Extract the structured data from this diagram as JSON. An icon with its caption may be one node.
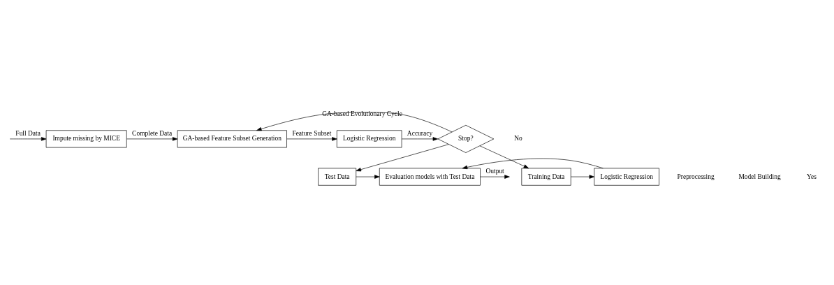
{
  "diagram": {
    "nodes": [
      {
        "text": [
          "Impute missing by MICE"
        ]
      },
      {
        "text": [
          "GA-based Feature Subset Generation"
        ]
      },
      {
        "text": [
          "Logistic Regression"
        ]
      },
      {
        "text": [
          "Stop?"
        ]
      },
      {
        "text": [
          "Test Data"
        ]
      },
      {
        "text": [
          "Evaluation models with Test Data"
        ]
      },
      {
        "text": [
          "Logistic Regression"
        ]
      },
      {
        "text": [
          "Training Data"
        ]
      }
    ],
    "edges": [
      {
        "from": null,
        "to": 0,
        "arrow": "to",
        "label": "Full Data"
      },
      {
        "from": 0,
        "to": 1,
        "arrow": "to",
        "label": "Complete Data"
      },
      {
        "from": 1,
        "to": 2,
        "arrow": "to",
        "label": "Feature Subset"
      },
      {
        "from": 2,
        "to": 3,
        "arrow": "to",
        "label": "Accuracy"
      },
      {
        "from": 3,
        "to": 1,
        "arrow": "to",
        "label": "GA-based Evolutionary Cycle"
      },
      {
        "from": 3,
        "to": 4,
        "arrow": "to"
      },
      {
        "from": 3,
        "to": 7,
        "arrow": "to"
      },
      {
        "from": 4,
        "to": 5,
        "arrow": "to"
      },
      {
        "from": 7,
        "to": 6,
        "arrow": "to"
      },
      {
        "from": 6,
        "to": 5,
        "arrow": "to"
      },
      {
        "from": 5,
        "to": null,
        "arrow": "to",
        "label": "Output"
      }
    ],
    "labels": [
      "No",
      "Preprocessing",
      "Model Building",
      "Yes"
    ]
  }
}
